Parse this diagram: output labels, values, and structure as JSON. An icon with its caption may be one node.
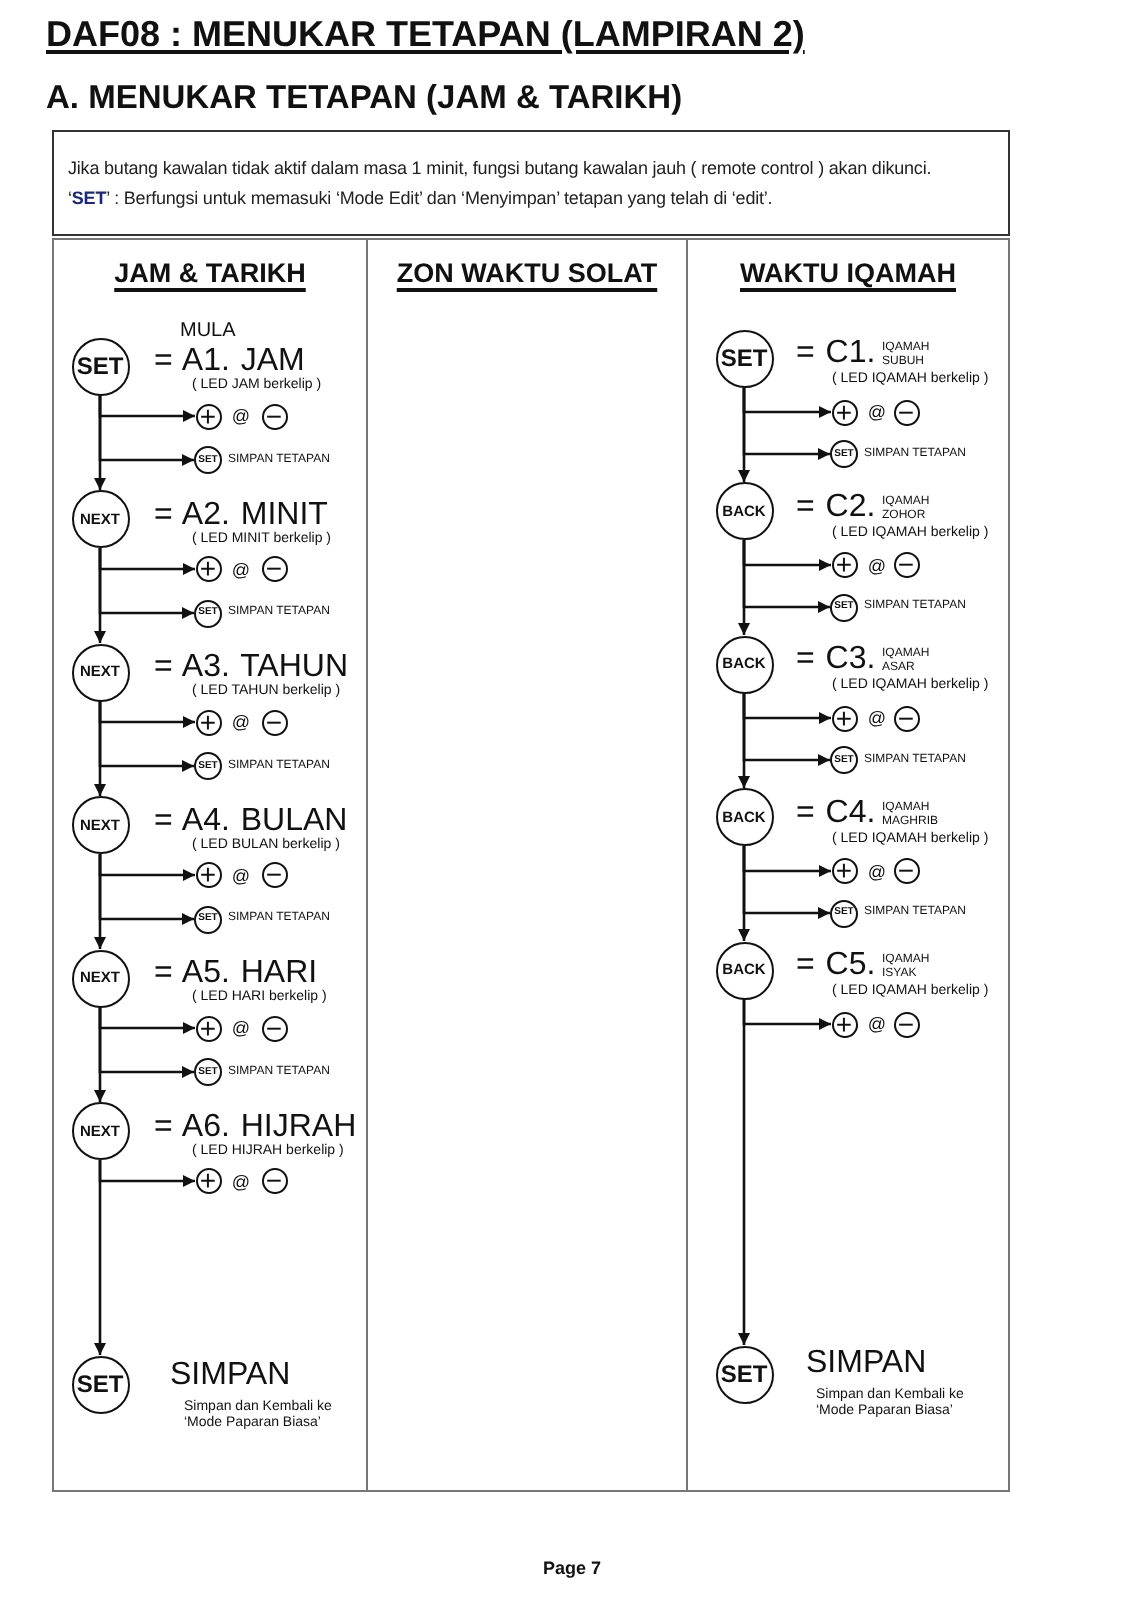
{
  "diagram": {
    "title": "DAF08 : MENUKAR TETAPAN (LAMPIRAN 2)",
    "nodes": [
      {
        "text": [
          "Jika butang kawalan tidak aktif dalam masa 1 minit, fungsi butang kawalan jauh ( remote control ) akan dikunci.",
          "‘**SET**’ : Berfungsi untuk memasuki ‘Mode Edit’ dan ‘Menyimpan’ tetapan yang telah di ‘edit’."
        ]
      },
      {
        "text": [
          "JAM & TARIKH"
        ]
      },
      {
        "text": [
          "SET"
        ],
        "in": 1,
        "beside": [
          "MULA",
          "= A1. JAM",
          "( LED JAM berkelip )"
        ]
      },
      {
        "text": [
          "+"
        ],
        "in": 1,
        "beside": [
          "@"
        ]
      },
      {
        "text": [
          "−"
        ],
        "in": 1
      },
      {
        "text": [
          "SET"
        ],
        "in": 1,
        "beside": [
          "SIMPAN TETAPAN"
        ]
      },
      {
        "text": [
          "NEXT"
        ],
        "in": 1,
        "beside": [
          "= A2. MINIT",
          "( LED MINIT berkelip )"
        ]
      },
      {
        "text": [
          "+"
        ],
        "in": 1,
        "beside": [
          "@"
        ]
      },
      {
        "text": [
          "−"
        ],
        "in": 1
      },
      {
        "text": [
          "SET"
        ],
        "in": 1,
        "beside": [
          "SIMPAN TETAPAN"
        ]
      },
      {
        "text": [
          "NEXT"
        ],
        "in": 1,
        "beside": [
          "= A3. TAHUN",
          "( LED TAHUN berkelip )"
        ]
      },
      {
        "text": [
          "+"
        ],
        "in": 1,
        "beside": [
          "@"
        ]
      },
      {
        "text": [
          "−"
        ],
        "in": 1
      },
      {
        "text": [
          "SET"
        ],
        "in": 1,
        "beside": [
          "SIMPAN TETAPAN"
        ]
      },
      {
        "text": [
          "NEXT"
        ],
        "in": 1,
        "beside": [
          "= A4. BULAN",
          "( LED BULAN berkelip )"
        ]
      },
      {
        "text": [
          "+"
        ],
        "in": 1,
        "beside": [
          "@"
        ]
      },
      {
        "text": [
          "−"
        ],
        "in": 1
      },
      {
        "text": [
          "SET"
        ],
        "in": 1,
        "beside": [
          "SIMPAN TETAPAN"
        ]
      },
      {
        "text": [
          "NEXT"
        ],
        "in": 1,
        "beside": [
          "= A5. HARI",
          "( LED HARI berkelip )"
        ]
      },
      {
        "text": [
          "+"
        ],
        "in": 1,
        "beside": [
          "@"
        ]
      },
      {
        "text": [
          "−"
        ],
        "in": 1
      },
      {
        "text": [
          "SET"
        ],
        "in": 1,
        "beside": [
          "SIMPAN TETAPAN"
        ]
      },
      {
        "text": [
          "NEXT"
        ],
        "in": 1,
        "beside": [
          "= A6. HIJRAH",
          "( LED HIJRAH berkelip )"
        ]
      },
      {
        "text": [
          "+"
        ],
        "in": 1,
        "beside": [
          "@"
        ]
      },
      {
        "text": [
          "−"
        ],
        "in": 1
      },
      {
        "text": [
          "SET"
        ],
        "in": 1,
        "beside": [
          "SIMPAN",
          "Simpan dan Kembali ke ‘Mode Paparan Biasa’"
        ]
      },
      {
        "text": [
          "ZON WAKTU SOLAT"
        ]
      },
      {
        "text": [
          "WAKTU IQAMAH"
        ]
      },
      {
        "text": [
          "SET"
        ],
        "in": 27,
        "beside": [
          "= C1.",
          "IQAMAH SUBUH",
          "( LED IQAMAH berkelip )"
        ]
      },
      {
        "text": [
          "+"
        ],
        "in": 27,
        "beside": [
          "@"
        ]
      },
      {
        "text": [
          "−"
        ],
        "in": 27
      },
      {
        "text": [
          "SET"
        ],
        "in": 27,
        "beside": [
          "SIMPAN TETAPAN"
        ]
      },
      {
        "text": [
          "BACK"
        ],
        "in": 27,
        "beside": [
          "= C2.",
          "IQAMAH ZOHOR",
          "( LED IQAMAH berkelip )"
        ]
      },
      {
        "text": [
          "+"
        ],
        "in": 27,
        "beside": [
          "@"
        ]
      },
      {
        "text": [
          "−"
        ],
        "in": 27
      },
      {
        "text": [
          "SET"
        ],
        "in": 27,
        "beside": [
          "SIMPAN TETAPAN"
        ]
      },
      {
        "text": [
          "BACK"
        ],
        "in": 27,
        "beside": [
          "= C3.",
          "IQAMAH ASAR",
          "( LED IQAMAH berkelip )"
        ]
      },
      {
        "text": [
          "+"
        ],
        "in": 27,
        "beside": [
          "@"
        ]
      },
      {
        "text": [
          "−"
        ],
        "in": 27
      },
      {
        "text": [
          "SET"
        ],
        "in": 27,
        "beside": [
          "SIMPAN TETAPAN"
        ]
      },
      {
        "text": [
          "BACK"
        ],
        "in": 27,
        "beside": [
          "= C4.",
          "IQAMAH MAGHRIB",
          "( LED IQAMAH berkelip )"
        ]
      },
      {
        "text": [
          "+"
        ],
        "in": 27,
        "beside": [
          "@"
        ]
      },
      {
        "text": [
          "−"
        ],
        "in": 27
      },
      {
        "text": [
          "SET"
        ],
        "in": 27,
        "beside": [
          "SIMPAN TETAPAN"
        ]
      },
      {
        "text": [
          "BACK"
        ],
        "in": 27,
        "beside": [
          "= C5.",
          "IQAMAH ISYAK",
          "( LED IQAMAH berkelip )"
        ]
      },
      {
        "text": [
          "+"
        ],
        "in": 27,
        "beside": [
          "@"
        ]
      },
      {
        "text": [
          "−"
        ],
        "in": 27
      },
      {
        "text": [
          "SET"
        ],
        "in": 27,
        "beside": [
          "SIMPAN",
          "Simpan dan Kembali ke ‘Mode Paparan Biasa’"
        ]
      }
    ],
    "edges": [
      {
        "from": 2,
        "to": 3,
        "arrow": "to"
      },
      {
        "from": 2,
        "to": 5,
        "arrow": "to"
      },
      {
        "from": 2,
        "to": 6,
        "arrow": "to"
      },
      {
        "from": 6,
        "to": 7,
        "arrow": "to"
      },
      {
        "from": 6,
        "to": 9,
        "arrow": "to"
      },
      {
        "from": 6,
        "to": 10,
        "arrow": "to"
      },
      {
        "from": 10,
        "to": 11,
        "arrow": "to"
      },
      {
        "from": 10,
        "to": 13,
        "arrow": "to"
      },
      {
        "from": 10,
        "to": 14,
        "arrow": "to"
      },
      {
        "from": 14,
        "to": 15,
        "arrow": "to"
      },
      {
        "from": 14,
        "to": 17,
        "arrow": "to"
      },
      {
        "from": 14,
        "to": 18,
        "arrow": "to"
      },
      {
        "from": 18,
        "to": 19,
        "arrow": "to"
      },
      {
        "from": 18,
        "to": 21,
        "arrow": "to"
      },
      {
        "from": 18,
        "to": 22,
        "arrow": "to"
      },
      {
        "from": 22,
        "to": 23,
        "arrow": "to"
      },
      {
        "from": 22,
        "to": 25,
        "arrow": "to"
      },
      {
        "from": 28,
        "to": 29,
        "arrow": "to"
      },
      {
        "from": 28,
        "to": 31,
        "arrow": "to"
      },
      {
        "from": 28,
        "to": 32,
        "arrow": "to"
      },
      {
        "from": 32,
        "to": 33,
        "arrow": "to"
      },
      {
        "from": 32,
        "to": 35,
        "arrow": "to"
      },
      {
        "from": 32,
        "to": 36,
        "arrow": "to"
      },
      {
        "from": 36,
        "to": 37,
        "arrow": "to"
      },
      {
        "from": 36,
        "to": 39,
        "arrow": "to"
      },
      {
        "from": 36,
        "to": 40,
        "arrow": "to"
      },
      {
        "from": 40,
        "to": 41,
        "arrow": "to"
      },
      {
        "from": 40,
        "to": 43,
        "arrow": "to"
      },
      {
        "from": 40,
        "to": 44,
        "arrow": "to"
      },
      {
        "from": 44,
        "to": 45,
        "arrow": "to"
      },
      {
        "from": 44,
        "to": 47,
        "arrow": "to"
      }
    ],
    "labels": [
      "A. MENUKAR TETAPAN (JAM & TARIKH)",
      "Page 7"
    ]
  }
}
